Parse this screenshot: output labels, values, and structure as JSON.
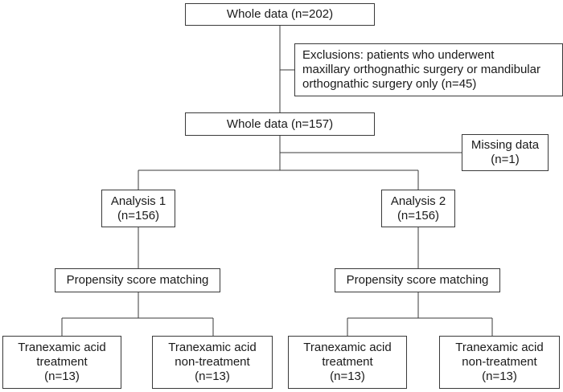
{
  "flowchart": {
    "whole_data_initial": {
      "line1": "Whole data (n=202)"
    },
    "exclusions": {
      "line1": "Exclusions: patients who underwent",
      "line2": "maxillary orthognathic surgery or mandibular",
      "line3": "orthognathic surgery only (n=45)"
    },
    "whole_data_after": {
      "line1": "Whole data (n=157)"
    },
    "missing_data": {
      "line1": "Missing data",
      "line2": "(n=1)"
    },
    "analysis1": {
      "title": "Analysis 1",
      "count": "(n=156)",
      "matching": "Propensity score matching",
      "treatment": {
        "line1": "Tranexamic acid",
        "line2": "treatment",
        "line3": "(n=13)"
      },
      "non_treatment": {
        "line1": "Tranexamic acid",
        "line2": "non-treatment",
        "line3": "(n=13)"
      }
    },
    "analysis2": {
      "title": "Analysis 2",
      "count": "(n=156)",
      "matching": "Propensity score matching",
      "treatment": {
        "line1": "Tranexamic acid",
        "line2": "treatment",
        "line3": "(n=13)"
      },
      "non_treatment": {
        "line1": "Tranexamic acid",
        "line2": "non-treatment",
        "line3": "(n=13)"
      }
    }
  }
}
